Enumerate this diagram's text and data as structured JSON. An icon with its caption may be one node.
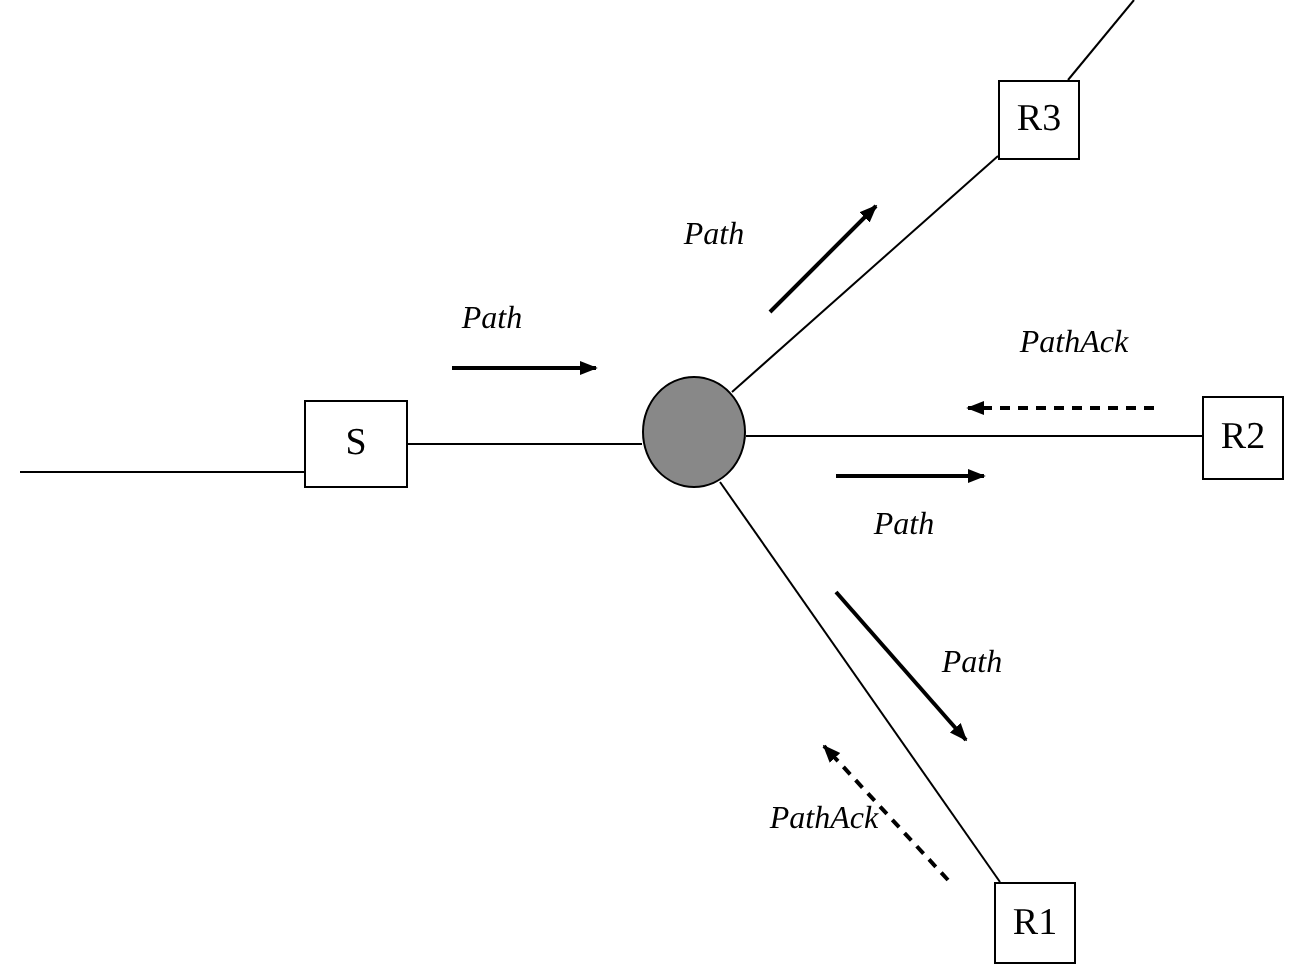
{
  "diagram": {
    "nodes": [
      {
        "text": [
          "S"
        ]
      },
      {
        "text": [],
        "shape": "circle"
      },
      {
        "text": [
          "R3"
        ]
      },
      {
        "text": [
          "R2"
        ]
      },
      {
        "text": [
          "R1"
        ]
      }
    ],
    "edges": [
      {
        "from": null,
        "to": 0,
        "arrow": "none"
      },
      {
        "from": 0,
        "to": 1,
        "arrow": "none"
      },
      {
        "from": 1,
        "to": 2,
        "arrow": "none"
      },
      {
        "from": 2,
        "to": null,
        "arrow": "none"
      },
      {
        "from": 1,
        "to": 3,
        "arrow": "none"
      },
      {
        "from": 1,
        "to": 4,
        "arrow": "none"
      }
    ],
    "labels": [
      "Path",
      "Path",
      "PathAck",
      "Path",
      "Path",
      "PathAck"
    ]
  }
}
